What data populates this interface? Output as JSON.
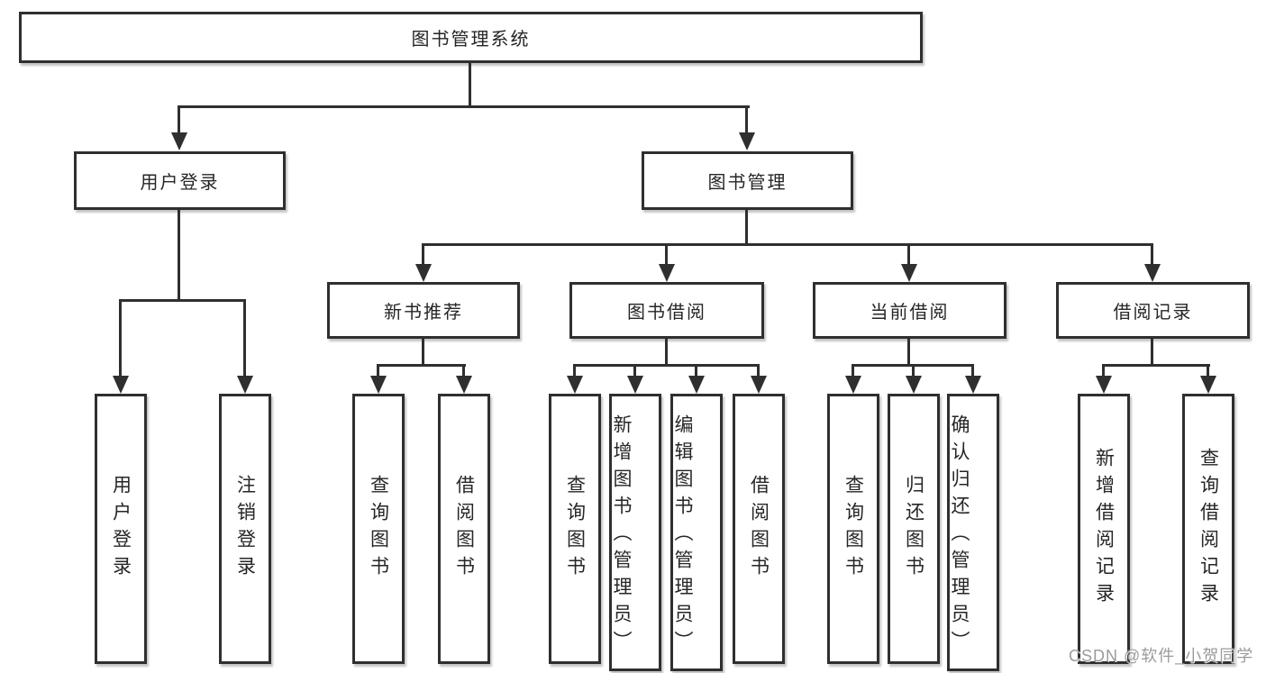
{
  "tree": {
    "root": {
      "label": "图书管理系统",
      "children": [
        {
          "label": "用户登录",
          "children": [
            {
              "label": "用户登录"
            },
            {
              "label": "注销登录"
            }
          ]
        },
        {
          "label": "图书管理",
          "children": [
            {
              "label": "新书推荐",
              "children": [
                {
                  "label": "查询图书"
                },
                {
                  "label": "借阅图书"
                }
              ]
            },
            {
              "label": "图书借阅",
              "children": [
                {
                  "label": "查询图书"
                },
                {
                  "label": "新增图书（管理员）"
                },
                {
                  "label": "编辑图书（管理员）"
                },
                {
                  "label": "借阅图书"
                }
              ]
            },
            {
              "label": "当前借阅",
              "children": [
                {
                  "label": "查询图书"
                },
                {
                  "label": "归还图书"
                },
                {
                  "label": "确认归还（管理员）"
                }
              ]
            },
            {
              "label": "借阅记录",
              "children": [
                {
                  "label": "新增借阅记录"
                },
                {
                  "label": "查询借阅记录"
                }
              ]
            }
          ]
        }
      ]
    }
  },
  "watermark": {
    "text": "CSDN @软件_小贺同学"
  },
  "colors": {
    "line": "#2f2f2f",
    "box_border": "#2f2f2f",
    "text": "#262626",
    "background": "#ffffff",
    "watermark": "#9b9b9b"
  }
}
